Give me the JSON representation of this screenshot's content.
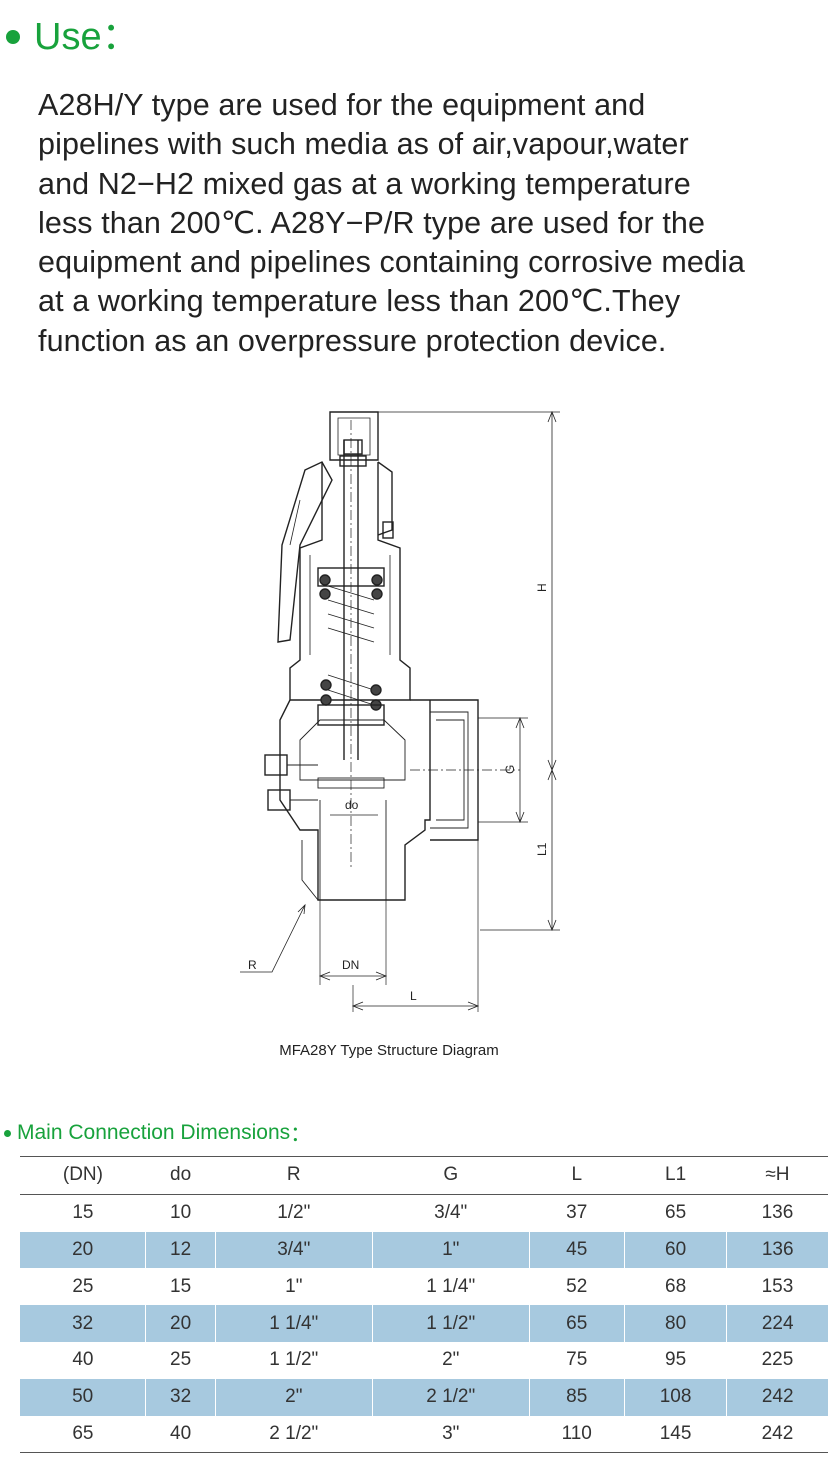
{
  "use": {
    "title": "Use",
    "title_colon": "：",
    "lines": [
      "A28H/Y type are used for the equipment and",
      "pipelines with such media as of air,vapour,water",
      "and N2−H2 mixed gas at a working temperature",
      "less than 200℃. A28Y−P/R type are used for the",
      "equipment and pipelines containing corrosive media",
      "at a working temperature less than 200℃.They",
      "function as an overpressure protection device."
    ]
  },
  "diagram": {
    "labels": {
      "h": "H",
      "g": "G",
      "l1": "L1",
      "do": "do",
      "r": "R",
      "dn": "DN",
      "l": "L"
    },
    "caption": "MFA28Y Type Structure Diagram"
  },
  "dimensions": {
    "title": "Main Connection Dimensions",
    "title_colon": "：",
    "headers": [
      "(DN)",
      "do",
      "R",
      "G",
      "L",
      "L1",
      "≈H"
    ],
    "rows": [
      [
        "15",
        "10",
        "1/2\"",
        "3/4\"",
        "37",
        "65",
        "136"
      ],
      [
        "20",
        "12",
        "3/4\"",
        "1\"",
        "45",
        "60",
        "136"
      ],
      [
        "25",
        "15",
        "1\"",
        "1 1/4\"",
        "52",
        "68",
        "153"
      ],
      [
        "32",
        "20",
        "1 1/4\"",
        "1 1/2\"",
        "65",
        "80",
        "224"
      ],
      [
        "40",
        "25",
        "1 1/2\"",
        "2\"",
        "75",
        "95",
        "225"
      ],
      [
        "50",
        "32",
        "2\"",
        "2 1/2\"",
        "85",
        "108",
        "242"
      ],
      [
        "65",
        "40",
        "2 1/2\"",
        "3\"",
        "110",
        "145",
        "242"
      ]
    ]
  },
  "colors": {
    "accent": "#18a23c",
    "row_shade": "#a7c9df",
    "text": "#222222"
  }
}
